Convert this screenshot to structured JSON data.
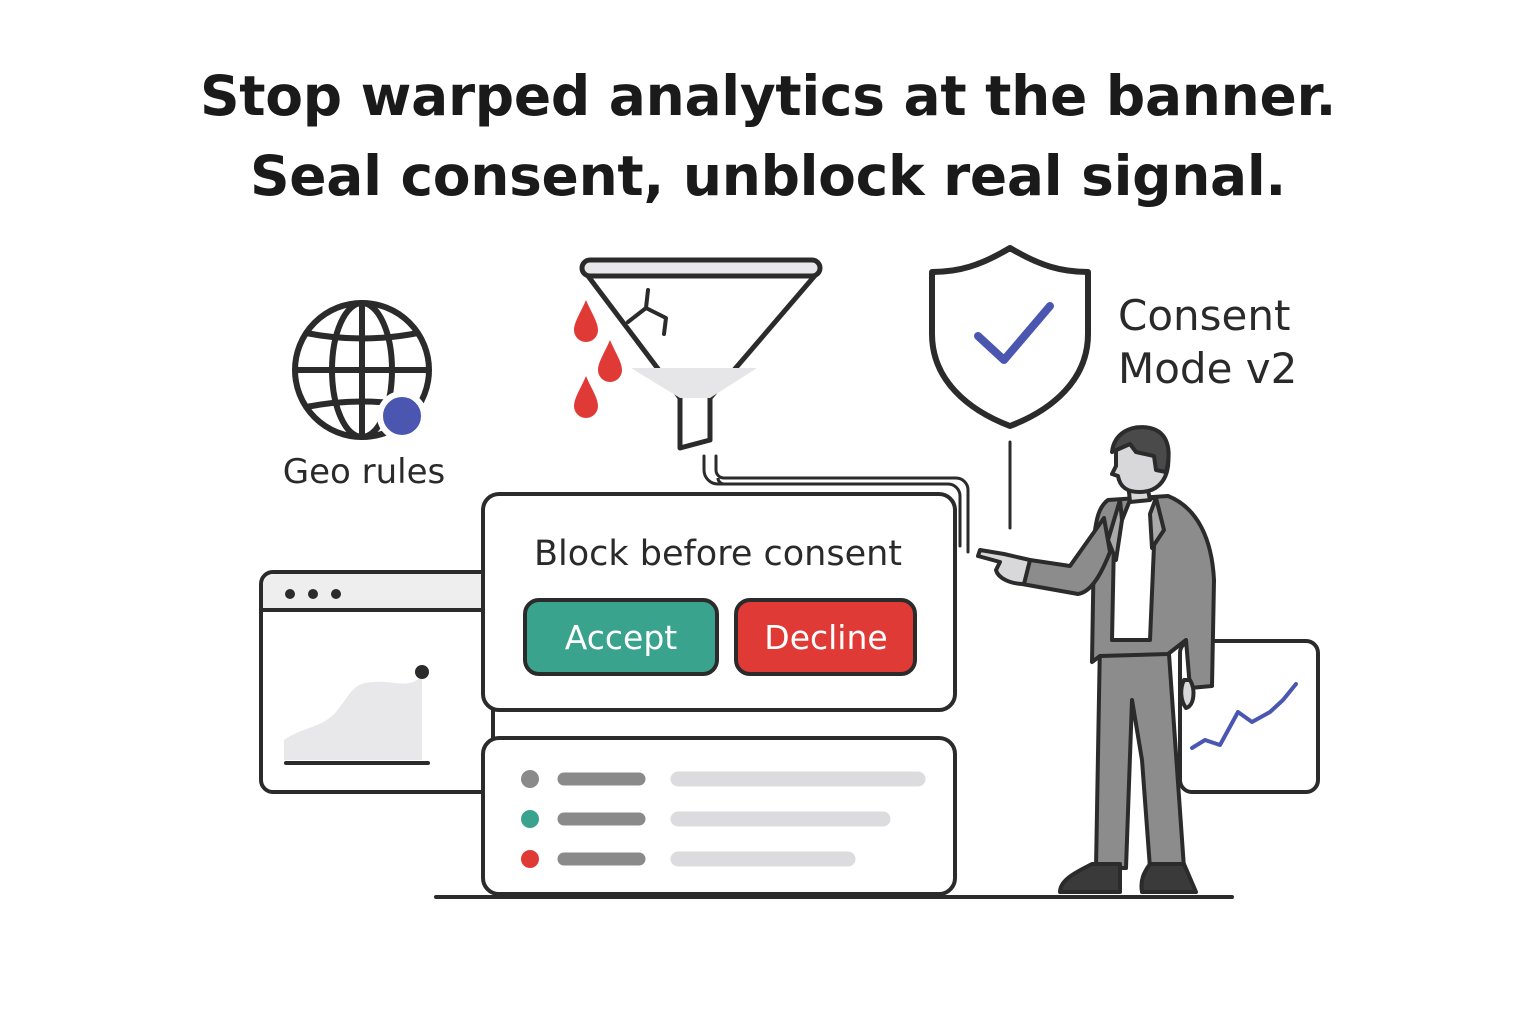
{
  "headline": {
    "line1": "Stop warped analytics at the banner.",
    "line2": "Seal consent, unblock real signal."
  },
  "geo": {
    "label": "Geo rules",
    "icon": "globe-icon"
  },
  "funnel": {
    "icon": "leaky-funnel-icon"
  },
  "consent_mode": {
    "line1": "Consent",
    "line2": "Mode v2",
    "icon": "shield-check-icon"
  },
  "banner": {
    "title": "Block before consent",
    "accept_label": "Accept",
    "decline_label": "Decline"
  },
  "colors": {
    "accept": "#3aa38e",
    "decline": "#e03a37",
    "accent": "#4a56b0",
    "drop": "#e03a37",
    "ink": "#2b2b2b"
  },
  "events_list": {
    "status_colors": [
      "#8a8a8a",
      "#3aa38e",
      "#e03a37"
    ]
  }
}
